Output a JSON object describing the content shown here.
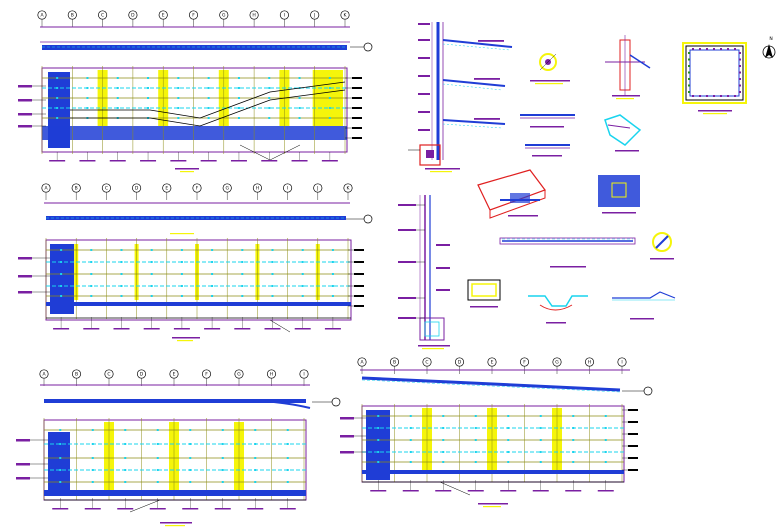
{
  "drawing": {
    "colors": {
      "purple": "#7a1fa2",
      "blue": "#1f3dd6",
      "darkblue": "#1028a8",
      "cyan": "#19d4ee",
      "yellow": "#f5f50a",
      "olive": "#8c8c14",
      "red": "#e02020",
      "black": "#000000",
      "green": "#2a8a2a"
    },
    "north_label": "N",
    "plan_1": {
      "grid_count": 11,
      "bubble_labels": [
        "A",
        "B",
        "C",
        "D",
        "E",
        "F",
        "G",
        "H",
        "I",
        "J",
        "K"
      ]
    },
    "plan_2": {
      "grid_count": 11,
      "bubble_labels": [
        "A",
        "B",
        "C",
        "D",
        "E",
        "F",
        "G",
        "H",
        "I",
        "J",
        "K"
      ]
    },
    "plan_3": {
      "grid_count": 9,
      "bubble_labels": [
        "A",
        "B",
        "C",
        "D",
        "E",
        "F",
        "G",
        "H",
        "I"
      ]
    },
    "plan_4": {
      "grid_count": 9,
      "bubble_labels": [
        "A",
        "B",
        "C",
        "D",
        "E",
        "F",
        "G",
        "H",
        "I"
      ]
    }
  }
}
